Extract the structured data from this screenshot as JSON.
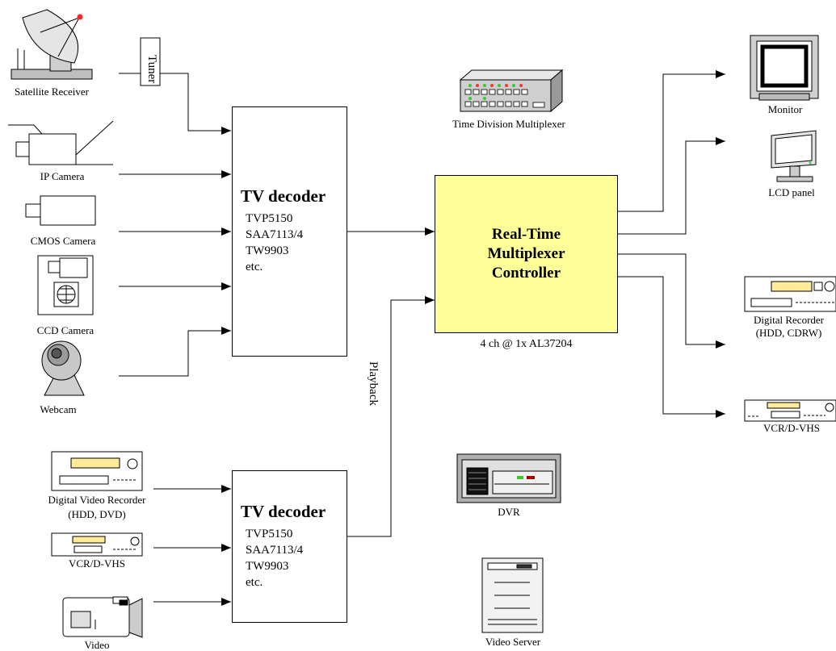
{
  "sources_top": [
    {
      "label": "Satellite Receiver",
      "icon": "satellite-dish-icon"
    },
    {
      "label": "IP Camera",
      "icon": "ip-camera-icon"
    },
    {
      "label": "CMOS Camera",
      "icon": "cmos-camera-icon"
    },
    {
      "label": "CCD Camera",
      "icon": "ccd-camera-icon"
    },
    {
      "label": "Webcam",
      "icon": "webcam-icon"
    }
  ],
  "tuner": {
    "label": "Tuner"
  },
  "sources_bottom": [
    {
      "label_line1": "Digital Video Recorder",
      "label_line2": "(HDD, DVD)",
      "icon": "dvr-deck-icon"
    },
    {
      "label": "VCR/D-VHS",
      "icon": "vcr-icon"
    },
    {
      "label": "Video",
      "icon": "camcorder-icon"
    }
  ],
  "decoder_top": {
    "title": "TV decoder",
    "lines": [
      "TVP5150",
      "SAA7113/4",
      "TW9903",
      "etc."
    ]
  },
  "decoder_bottom": {
    "title": "TV decoder",
    "lines": [
      "TVP5150",
      "SAA7113/4",
      "TW9903",
      "etc."
    ]
  },
  "playback": {
    "label": "Playback"
  },
  "controller": {
    "lines": [
      "Real-Time",
      "Multiplexer",
      "Controller"
    ],
    "caption": "4  ch @ 1x AL37204",
    "fill": "#ffff99"
  },
  "devices_middle": [
    {
      "label": "Time Division Multiplexer",
      "icon": "multiplexer-icon"
    },
    {
      "label": "DVR",
      "icon": "dvr-unit-icon"
    },
    {
      "label": "Video Server",
      "icon": "video-server-icon"
    }
  ],
  "outputs": [
    {
      "label": "Monitor",
      "icon": "crt-monitor-icon"
    },
    {
      "label": "LCD panel",
      "icon": "lcd-panel-icon"
    },
    {
      "label_line1": "Digital Recorder",
      "label_line2": "(HDD, CDRW)",
      "icon": "digital-recorder-icon"
    },
    {
      "label": "VCR/D-VHS",
      "icon": "vcr-output-icon"
    }
  ],
  "colors": {
    "controller_fill": "#ffff99",
    "led_green": "#33cc33",
    "led_red": "#ff3333",
    "deck_panel": "#ffeb99"
  }
}
